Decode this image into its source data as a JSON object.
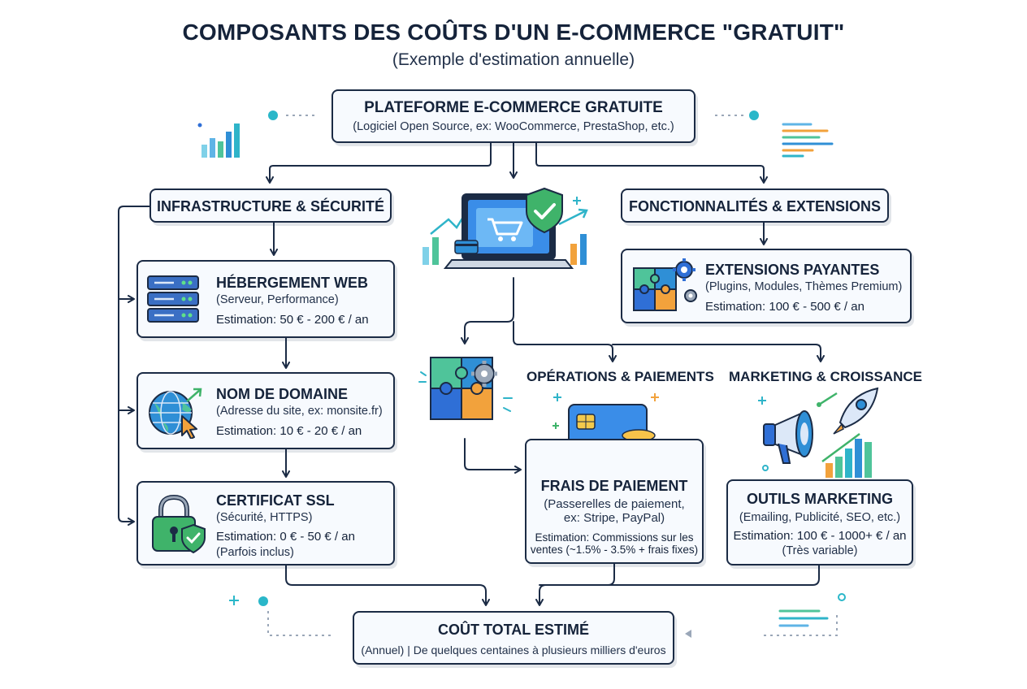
{
  "title": "COMPOSANTS DES COÛTS D'UN E-COMMERCE \"GRATUIT\"",
  "subtitle": "(Exemple d'estimation annuelle)",
  "platform": {
    "title": "PLATEFORME E-COMMERCE GRATUITE",
    "subtitle": "(Logiciel Open Source, ex: WooCommerce, PrestaShop, etc.)"
  },
  "infrastructure": {
    "header": "INFRASTRUCTURE & SÉCURITÉ",
    "hosting": {
      "title": "HÉBERGEMENT WEB",
      "desc": "(Serveur, Performance)",
      "estimate": "Estimation: 50 € - 200 € / an",
      "icon": "server-icon"
    },
    "domain": {
      "title": "NOM DE DOMAINE",
      "desc": "(Adresse du site, ex: monsite.fr)",
      "estimate": "Estimation: 10 € - 20 € / an",
      "icon": "globe-cursor-icon"
    },
    "ssl": {
      "title": "CERTIFICAT SSL",
      "desc": "(Sécurité, HTTPS)",
      "estimate": "Estimation: 0 € - 50 € / an",
      "note": "(Parfois inclus)",
      "icon": "padlock-shield-icon"
    }
  },
  "features": {
    "header": "FONCTIONNALITÉS & EXTENSIONS",
    "extensions": {
      "title": "EXTENSIONS PAYANTES",
      "desc": "(Plugins, Modules, Thèmes Premium)",
      "estimate": "Estimation: 100 € - 500 € / an",
      "icon": "puzzle-gears-icon"
    }
  },
  "operations": {
    "header": "OPÉRATIONS & PAIEMENTS",
    "payment": {
      "title": "FRAIS DE PAIEMENT",
      "desc1": "(Passerelles de paiement,",
      "desc2": "ex: Stripe, PayPal)",
      "estimate1": "Estimation: Commissions sur les",
      "estimate2": "ventes (~1.5% - 3.5% + frais fixes)",
      "icon": "credit-card-coins-icon"
    }
  },
  "marketing": {
    "header": "MARKETING & CROISSANCE",
    "tools": {
      "title": "OUTILS MARKETING",
      "desc": "(Emailing, Publicité, SEO, etc.)",
      "estimate": "Estimation: 100 € - 1000+ € / an",
      "note": "(Très variable)",
      "icon": "megaphone-rocket-icon"
    }
  },
  "total": {
    "title": "COÛT TOTAL ESTIMÉ",
    "desc": "(Annuel) | De quelques centaines à plusieurs milliers d'euros"
  },
  "colors": {
    "ink": "#1b2b45",
    "box_fill": "#f7fafe",
    "blue": "#2f6fd6",
    "green": "#3fb36a",
    "teal": "#2ab7c9"
  }
}
